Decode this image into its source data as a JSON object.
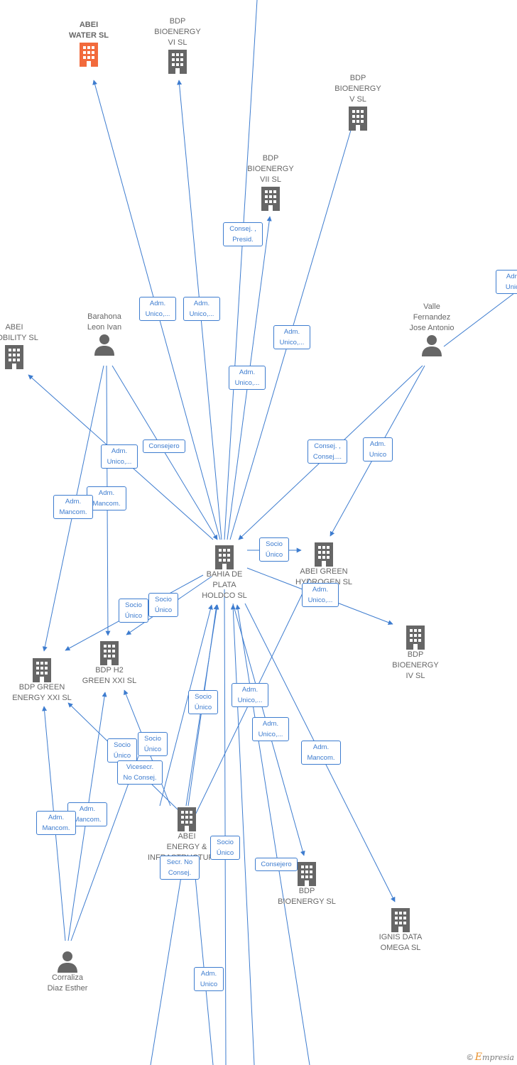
{
  "companies": {
    "abei_water": "ABEI\nWATER  SL",
    "bdp_vi": "BDP\nBIOENERGY\nVI  SL",
    "bdp_v": "BDP\nBIOENERGY\nV  SL",
    "bdp_vii": "BDP\nBIOENERGY\nVII  SL",
    "abei_mobility": "ABEI\nMOBILITY  SL",
    "bahia": "BAHIA DE\nPLATA\nHOLDCO  SL",
    "abei_green": "ABEI GREEN\nHYDROGEN  SL",
    "bdp_iv": "BDP\nBIOENERGY\nIV  SL",
    "bdp_green_xxi": "BDP GREEN\nENERGY XXI  SL",
    "bdp_h2": "BDP H2\nGREEN XXI  SL",
    "abei_energy": "ABEI\nENERGY &\nINFRASTRUCTURE...",
    "bdp_bioenergy": "BDP\nBIOENERGY  SL",
    "ignis": "IGNIS DATA\nOMEGA  SL"
  },
  "persons": {
    "barahona": "Barahona\nLeon Ivan",
    "valle": "Valle\nFernandez\nJose Antonio",
    "corraliza": "Corraliza\nDiaz Esther"
  },
  "relations": {
    "r1": "Adm.\nUnico,...",
    "r2": "Adm.\nUnico,...",
    "r3": "Consej. ,\nPresid.",
    "r4": "Adm.\nUnico,...",
    "r5": "Adm.\nUnico,...",
    "r6": "Adm.\nUnico",
    "r7": "Consejero",
    "r8": "Adm.\nUnico,...",
    "r9": "Adm.\nMancom.",
    "r10": "Adm.\nMancom.",
    "r11": "Consej. ,\nConsej....",
    "r12": "Adm.\nUnico",
    "r13": "Socio\nÚnico",
    "r14": "Adm.\nUnico,...",
    "r15": "Socio\nÚnico",
    "r16": "Socio\nÚnico",
    "r17": "Socio\nÚnico",
    "r18": "Adm.\nUnico,...",
    "r19": "Adm.\nUnico,...",
    "r20": "Adm.\nMancom.",
    "r21": "Socio\nÚnico",
    "r22": "Socio\nÚnico",
    "r23": "Vicesecr.\nNo Consej.",
    "r24": "Adm.\nMancom.",
    "r25": "Adm.\nMancom.",
    "r26": "Socio\nÚnico",
    "r27": "Secr.  No\nConsej.",
    "r28": "Consejero",
    "r29": "Adm.\nUnico"
  },
  "brand": {
    "copyright": "©",
    "e": "E",
    "name": "mpresia"
  },
  "colors": {
    "edge": "#3d7ccf",
    "focus_icon": "#f26a3c",
    "icon": "#666666"
  }
}
